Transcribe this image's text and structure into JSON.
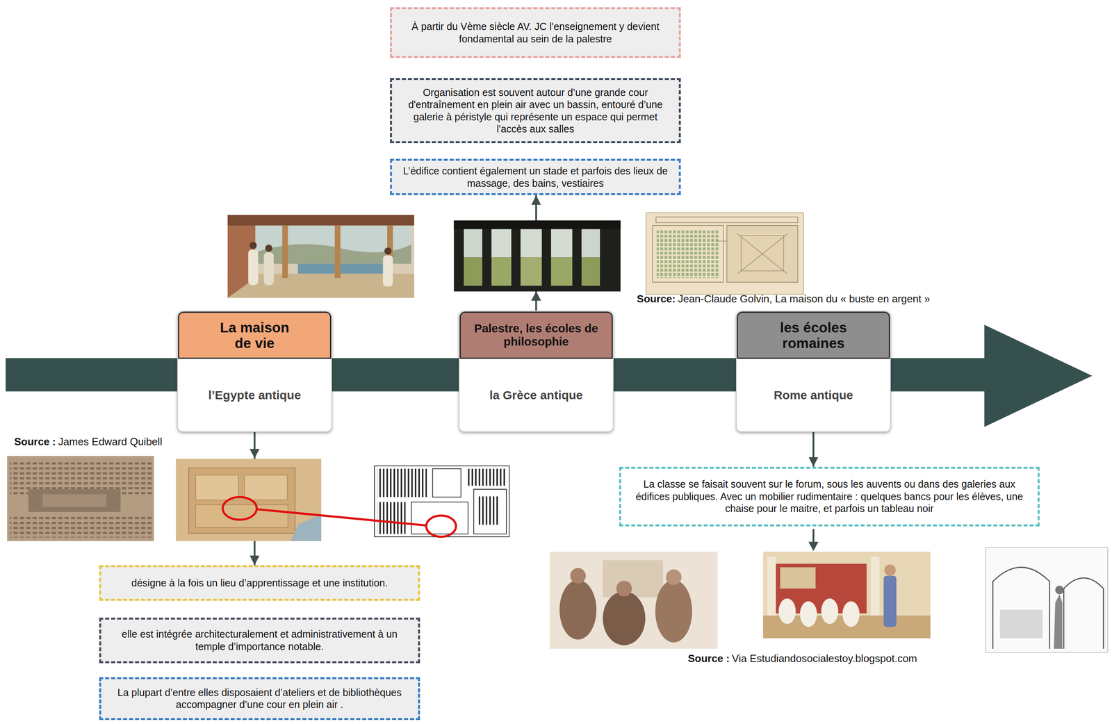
{
  "diagram": {
    "nodes": [
      {
        "text": [
          "À partir du Vème siècle AV. JC l'enseignement y devient fondamental au sein de la palestre"
        ]
      },
      {
        "text": [
          "Organisation est souvent autour d’une grande cour d'entraînement en plein air avec un bassin, entouré d’une galerie à péristyle qui représente un espace qui permet l'accès aux salles"
        ]
      },
      {
        "text": [
          "L’édifice contient également un stade et parfois des lieux de massage, des bains, vestiaires"
        ]
      },
      {
        "text": [
          "La maison de vie",
          "l’Egypte antique"
        ]
      },
      {
        "text": [
          "Palestre, les écoles de philosophie",
          "la Grèce antique"
        ]
      },
      {
        "text": [
          "les écoles romaines",
          "Rome antique"
        ]
      },
      {
        "text": [
          "La classe se faisait souvent sur le forum, sous les auvents ou dans des galeries aux édifices publiques. Avec un mobilier rudimentaire : quelques bancs pour les élèves, une chaise pour le maitre, et parfois un tableau noir"
        ]
      },
      {
        "text": [
          "désigne à la fois un lieu d’apprentissage et une institution."
        ]
      },
      {
        "text": [
          "elle est intégrée architecturalement et administrativement à un temple d’importance notable."
        ]
      },
      {
        "text": [
          "La plupart d’entre elles disposaient d’ateliers et de bibliothèques accompagner d’une cour en plein air ."
        ]
      }
    ],
    "edges": [
      {
        "from": 3,
        "to": 7,
        "arrow": "to"
      },
      {
        "from": 4,
        "to": 2,
        "arrow": "to"
      },
      {
        "from": 5,
        "to": 6,
        "arrow": "to"
      }
    ],
    "labels": [
      "Source :",
      "James Edward Quibell",
      "Source:",
      "Jean-Claude Golvin, La maison du « buste en argent »",
      "Source :",
      "Via Estudiandosocialestoy.blogspot.com"
    ]
  }
}
